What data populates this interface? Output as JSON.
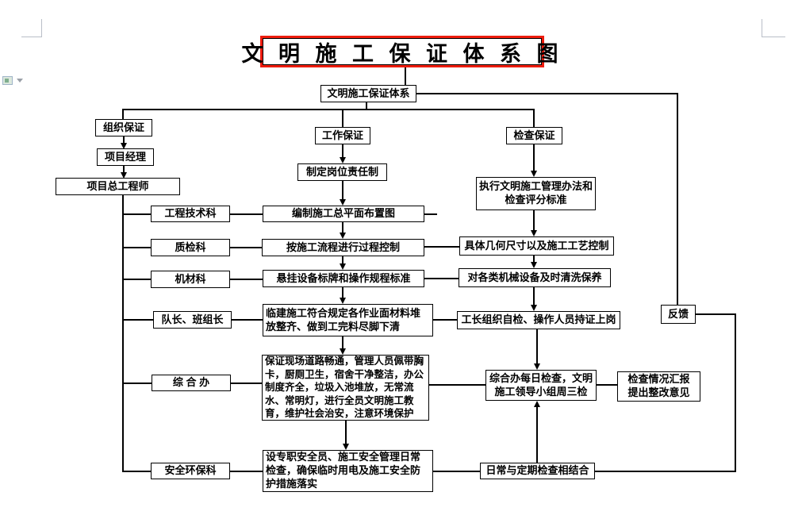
{
  "document": {
    "title": "文 明 施 工 保 证 体 系 图"
  },
  "nodes": {
    "system": "文明施工保证体系",
    "org_guarantee": "组织保证",
    "project_manager": "项目经理",
    "chief_engineer": "项目总工程师",
    "eng_tech_dept": "工程技术科",
    "quality_dept": "质检科",
    "machinery_dept": "机材科",
    "team_leaders": "队长、班组长",
    "general_office": "综 合 办",
    "safety_env_dept": "安全环保科",
    "work_guarantee": "工作保证",
    "duty_system": "制定岗位责任制",
    "layout_plan": "编制施工总平面布置图",
    "process_control": "按施工流程进行过程控制",
    "equipment_signs": "悬挂设备标牌和操作规程标准",
    "temp_construction": "临建施工符合规定各作业面材料堆放整齐、做到工完料尽脚下清",
    "site_management": "保证现场道路畅通，管理人员佩带胸卡，厨厕卫生，宿舍干净整洁，办公制度齐全，垃圾入池堆放，无常流水、常明灯，进行全员文明施工教育，维护社会治安，注意环境保护",
    "safety_officer": "设专职安全员、施工安全管理日常检查，确保临时用电及施工安全防护措施落实",
    "check_guarantee": "检查保证",
    "exec_measures": "执行文明施工管理办法和检查评分标准",
    "geometry_control": "具体几何尺寸以及施工工艺控制",
    "equipment_maintenance": "对各类机械设备及时清洗保养",
    "foreman_self_check": "工长组织自检、操作人员持证上岗",
    "daily_check": "综合办每日检查，文明施工领导小组周三检",
    "report_rectify": "检查情况汇报提出整改意见",
    "routine_periodic_check": "日常与定期检查相结合",
    "feedback": "反馈"
  },
  "colors": {
    "title_border": "#ee1c0e",
    "line": "#000000",
    "background": "#ffffff"
  }
}
